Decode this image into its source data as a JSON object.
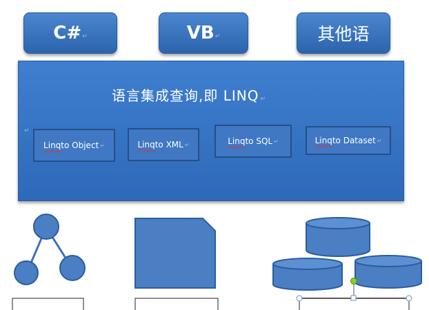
{
  "top_languages": {
    "csharp": "C#",
    "vb": "VB",
    "other": "其他语"
  },
  "main_panel": {
    "title": "语言集成查询,即 LINQ",
    "providers": [
      {
        "prefix": "Linq",
        "rest": " to Object"
      },
      {
        "prefix": "Linq",
        "rest": " to XML"
      },
      {
        "prefix": "Linq",
        "rest": " to SQL"
      },
      {
        "prefix": "Linq",
        "rest": " to Dataset"
      }
    ]
  },
  "paragraph_mark": "↵",
  "icons": {
    "tree": "tree-diagram-icon",
    "document": "snipped-corner-document-icon",
    "database": "database-cylinders-icon"
  },
  "colors": {
    "box_fill": "#3b74c0",
    "box_border": "#2b5d9e",
    "text": "#ffffff"
  }
}
